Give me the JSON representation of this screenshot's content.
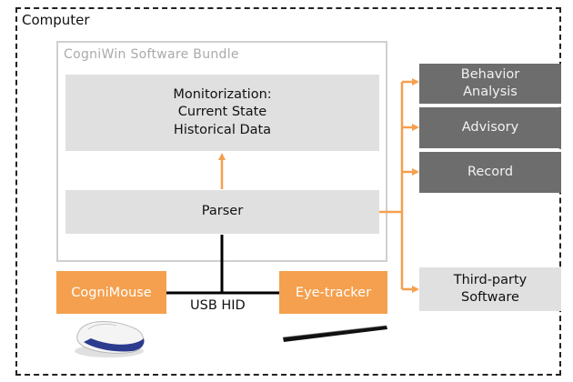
{
  "container": {
    "title": "Computer"
  },
  "bundle": {
    "title": "CogniWin Software Bundle",
    "monitorization": [
      "Monitorization:",
      "Current State",
      "Historical Data"
    ],
    "parser": "Parser"
  },
  "outputs": {
    "behavior": [
      "Behavior",
      "Analysis"
    ],
    "advisory": "Advisory",
    "record": "Record",
    "third_party": [
      "Third-party",
      "Software"
    ]
  },
  "devices": {
    "cognimouse": "CogniMouse",
    "eye_tracker": "Eye-tracker",
    "connection": "USB HID"
  },
  "colors": {
    "arrow": "#f5a04e",
    "device_box": "#f5a04e",
    "output_box": "#6d6d6d",
    "panel_box": "#e0e0e0"
  }
}
